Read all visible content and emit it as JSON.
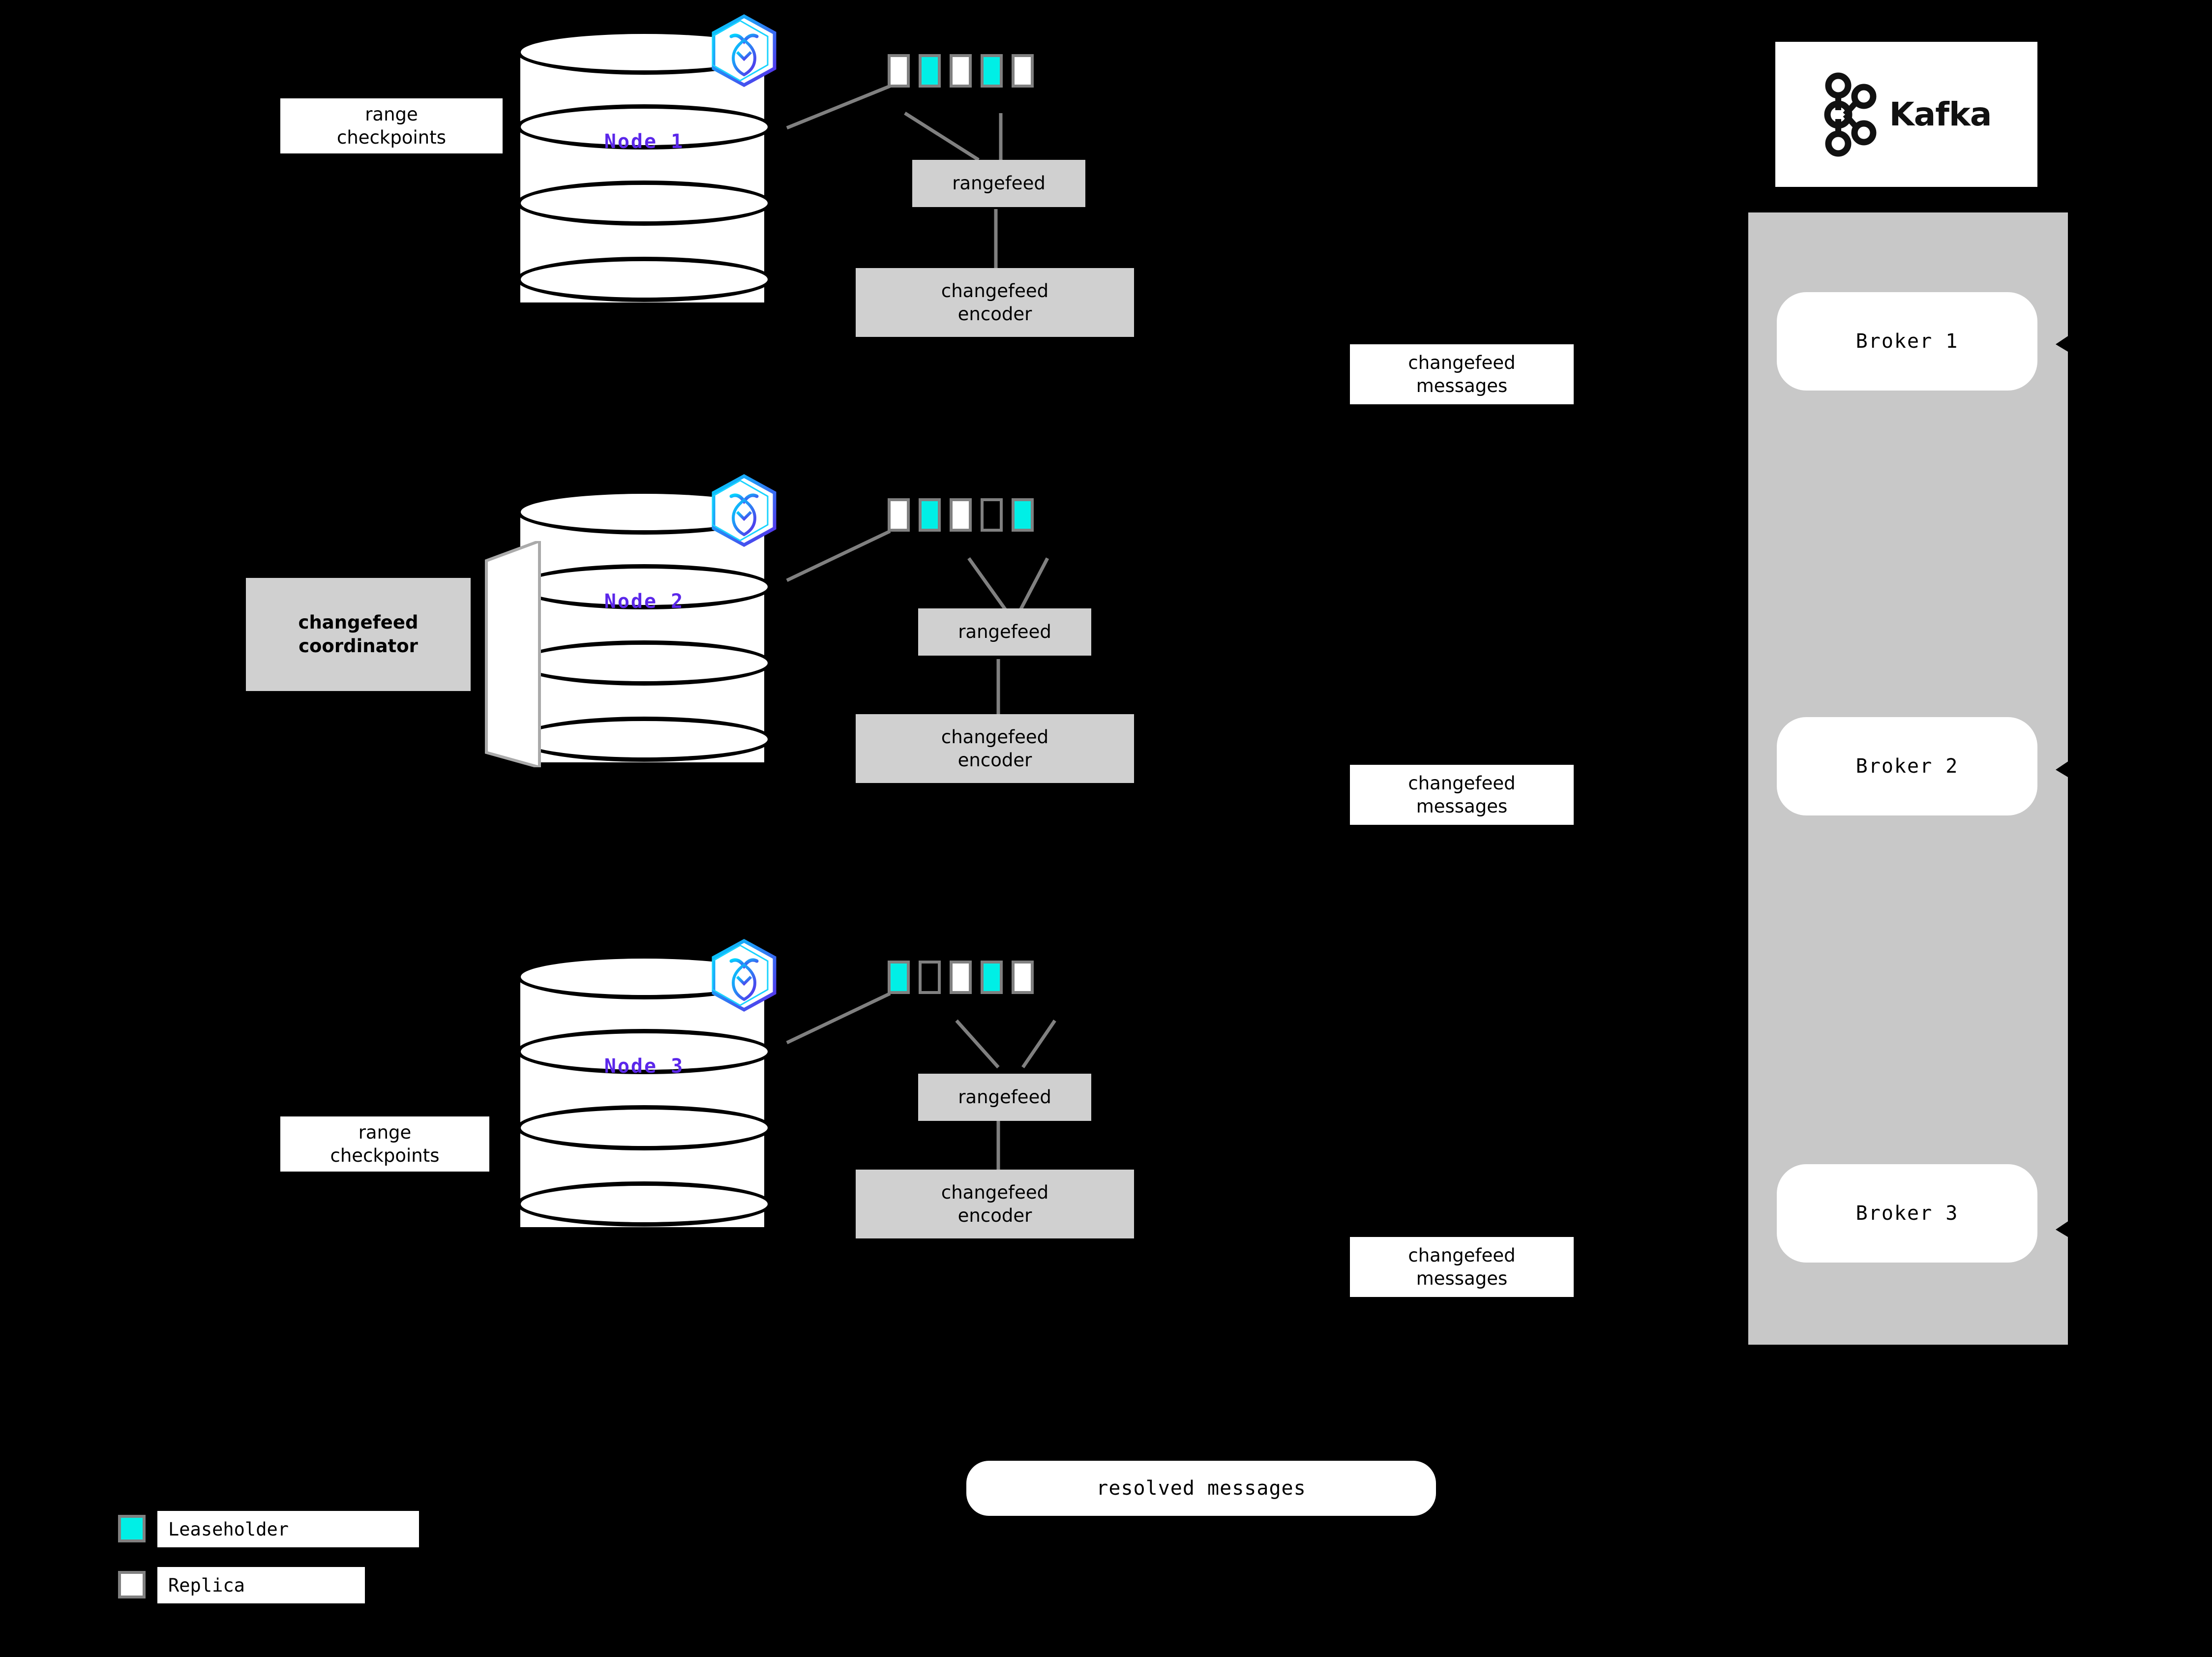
{
  "colors": {
    "leaseholder": "#00efe6",
    "replica": "#ffffff",
    "node_label": "#5b27ea",
    "box_gray": "#d0d0d0",
    "panel_gray": "#c8c8c8",
    "border_gray": "#808080",
    "background": "#000000"
  },
  "nodes": [
    {
      "name": "Node 1",
      "ranges": [
        "replica",
        "leaseholder",
        "replica",
        "leaseholder",
        "replica"
      ],
      "rangefeed_label": "rangefeed",
      "encoder_label_line1": "changefeed",
      "encoder_label_line2": "encoder",
      "side_label_line1": "range",
      "side_label_line2": "checkpoints"
    },
    {
      "name": "Node 2",
      "ranges": [
        "replica",
        "leaseholder",
        "replica",
        "empty",
        "leaseholder"
      ],
      "rangefeed_label": "rangefeed",
      "encoder_label_line1": "changefeed",
      "encoder_label_line2": "encoder",
      "coordinator_line1": "changefeed",
      "coordinator_line2": "coordinator"
    },
    {
      "name": "Node 3",
      "ranges": [
        "leaseholder",
        "empty",
        "replica",
        "leaseholder",
        "replica"
      ],
      "rangefeed_label": "rangefeed",
      "encoder_label_line1": "changefeed",
      "encoder_label_line2": "encoder",
      "side_label_line1": "range",
      "side_label_line2": "checkpoints"
    }
  ],
  "messages": [
    {
      "line1": "changefeed",
      "line2": "messages"
    },
    {
      "line1": "changefeed",
      "line2": "messages"
    },
    {
      "line1": "changefeed",
      "line2": "messages"
    }
  ],
  "resolved_pill": "resolved messages",
  "kafka": {
    "brand": "Kafka",
    "brokers": [
      "Broker 1",
      "Broker 2",
      "Broker 3"
    ]
  },
  "legend": [
    {
      "swatch": "leaseholder",
      "label": "Leaseholder"
    },
    {
      "swatch": "replica",
      "label": "Replica"
    }
  ]
}
